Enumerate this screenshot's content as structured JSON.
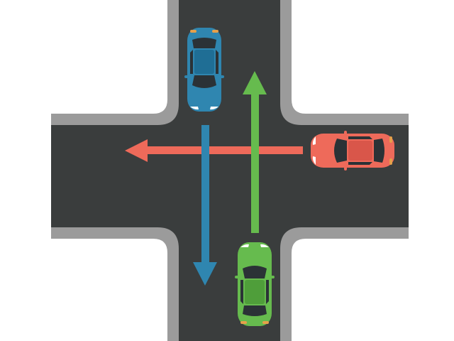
{
  "scene": {
    "background": "#ffffff",
    "road_color": "#3a3d3d",
    "curb_color": "#9b9b9b"
  },
  "vehicles": [
    {
      "id": "blue-car",
      "color": "#2f86b0",
      "body_dark": "#1f6e95",
      "heading": "south"
    },
    {
      "id": "red-car",
      "color": "#ee6a5a",
      "body_dark": "#d9564a",
      "heading": "west"
    },
    {
      "id": "green-car",
      "color": "#66bb4e",
      "body_dark": "#4f9e3a",
      "heading": "north"
    }
  ],
  "arrows": [
    {
      "id": "blue-arrow",
      "color": "#2f86b0",
      "direction": "south"
    },
    {
      "id": "red-arrow",
      "color": "#ee6a5a",
      "direction": "west"
    },
    {
      "id": "green-arrow",
      "color": "#66bb4e",
      "direction": "north"
    }
  ]
}
